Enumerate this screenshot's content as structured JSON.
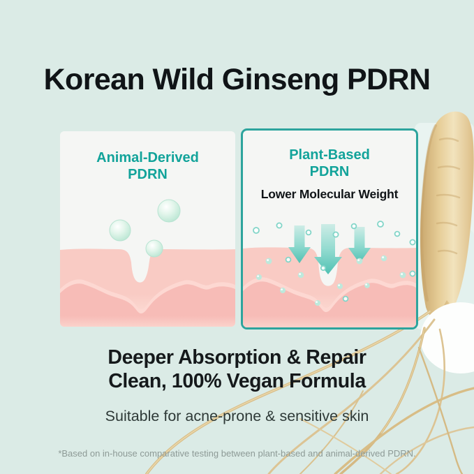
{
  "title": "Korean Wild Ginseng PDRN",
  "panels": {
    "animal": {
      "heading_line1": "Animal-Derived",
      "heading_line2": "PDRN"
    },
    "plant": {
      "heading_line1": "Plant-Based",
      "heading_line2": "PDRN",
      "subheading": "Lower Molecular Weight"
    }
  },
  "claims": {
    "benefit_line1": "Deeper Absorption & Repair",
    "benefit_line2": "Clean, 100% Vegan Formula",
    "suitability": "Suitable for acne-prone & sensitive skin",
    "footnote": "*Based on in-house comparative testing between plant-based and animal-derived PDRN."
  },
  "colors": {
    "background": "#dbebe6",
    "panel_background": "#f5f6f4",
    "accent_teal": "#12a39a",
    "panel_border_teal": "#2da49d",
    "heading_text": "#101417",
    "body_text": "#2e3937",
    "footnote_text": "#8d9a96",
    "skin_light_pink": "#fbd4cd",
    "skin_deep_pink": "#f8beb9",
    "molecule_mint": "#bfe7d6",
    "arrow_teal": "#4fc1b3",
    "ginseng_tan": "#e6cd97",
    "cream_drop_white": "#fdfefd"
  },
  "illustrations": {
    "left_skin": "skin-cross-section-with-surface-bubbles",
    "right_skin": "skin-cross-section-with-absorption-arrows",
    "background_right": "ginseng-root",
    "background_bottom": "ginseng-rootlets",
    "background_circle": "cream-drop"
  }
}
